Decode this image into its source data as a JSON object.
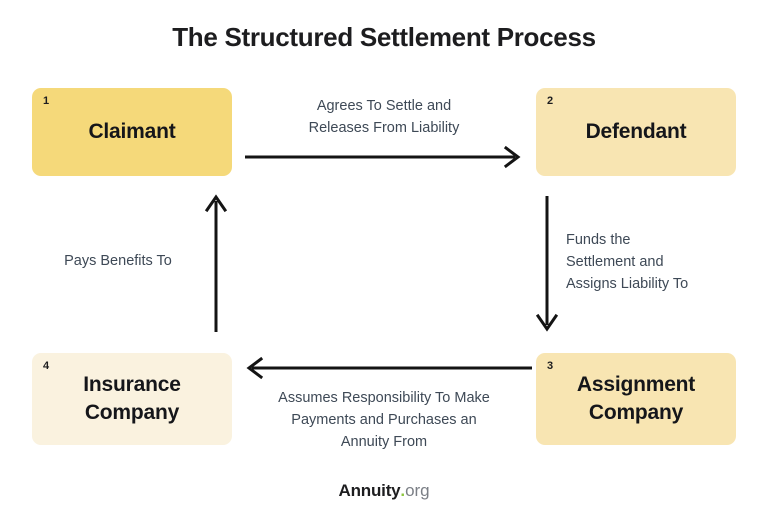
{
  "title": "The Structured Settlement Process",
  "colors": {
    "background": "#ffffff",
    "node_strong": "#F5D97A",
    "node_medium": "#F8E5B2",
    "node_light": "#FAF2DF",
    "title_text": "#1d1d1f",
    "node_text": "#15161a",
    "edge_label_text": "#3E4956",
    "arrow": "#141414",
    "logo_accent": "#8DC63F"
  },
  "nodes": [
    {
      "number": "1",
      "label": "Claimant"
    },
    {
      "number": "2",
      "label": "Defendant"
    },
    {
      "number": "3",
      "label": "Assignment\nCompany"
    },
    {
      "number": "4",
      "label": "Insurance\nCompany"
    }
  ],
  "edges": [
    {
      "name": "claimant-to-defendant",
      "from": "Claimant",
      "to": "Defendant",
      "direction": "right",
      "label": "Agrees To Settle and\nReleases From Liability"
    },
    {
      "name": "defendant-to-assignment",
      "from": "Defendant",
      "to": "Assignment Company",
      "direction": "down",
      "label": "Funds the\nSettlement and\nAssigns Liability To"
    },
    {
      "name": "assignment-to-insurance",
      "from": "Assignment Company",
      "to": "Insurance Company",
      "direction": "left",
      "label": "Assumes Responsibility To Make\nPayments and Purchases an\nAnnuity From"
    },
    {
      "name": "insurance-to-claimant",
      "from": "Insurance Company",
      "to": "Claimant",
      "direction": "up",
      "label": "Pays Benefits To"
    }
  ],
  "logo": {
    "name": "Annuity",
    "dot": ".",
    "tld": "org"
  }
}
